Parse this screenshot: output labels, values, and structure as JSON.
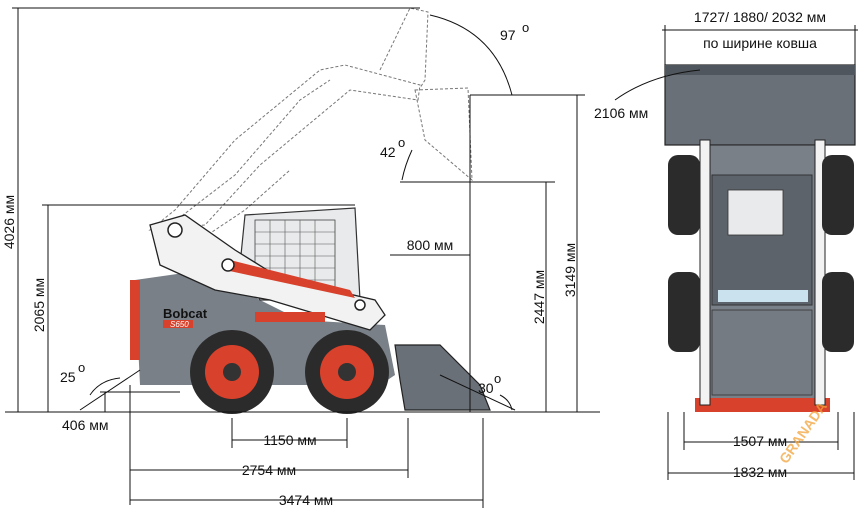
{
  "side_view": {
    "height_total": "4026 мм",
    "height_cab": "2065 мм",
    "approach_angle": "25",
    "ground_clearance": "406 мм",
    "wheelbase": "1150 мм",
    "length_no_bucket": "2754 мм",
    "length_total": "3474 мм",
    "dump_angle": "97",
    "rollback_angle_raised": "42",
    "dump_reach": "800 мм",
    "dump_height": "2447 мм",
    "hinge_pin_height": "3149 мм",
    "rollback_angle_ground": "30",
    "brand": "Bobcat",
    "model": "S650",
    "degree_symbol": "o"
  },
  "top_view": {
    "bucket_widths": "1727/ 1880/ 2032 мм",
    "bucket_widths_note": "по ширине ковша",
    "turning_radius": "2106 мм",
    "track_width": "1507 мм",
    "overall_width": "1832 мм"
  },
  "watermark": "GRANADA",
  "colors": {
    "body": "#7a8088",
    "accent": "#d8412b",
    "line": "#111111"
  }
}
